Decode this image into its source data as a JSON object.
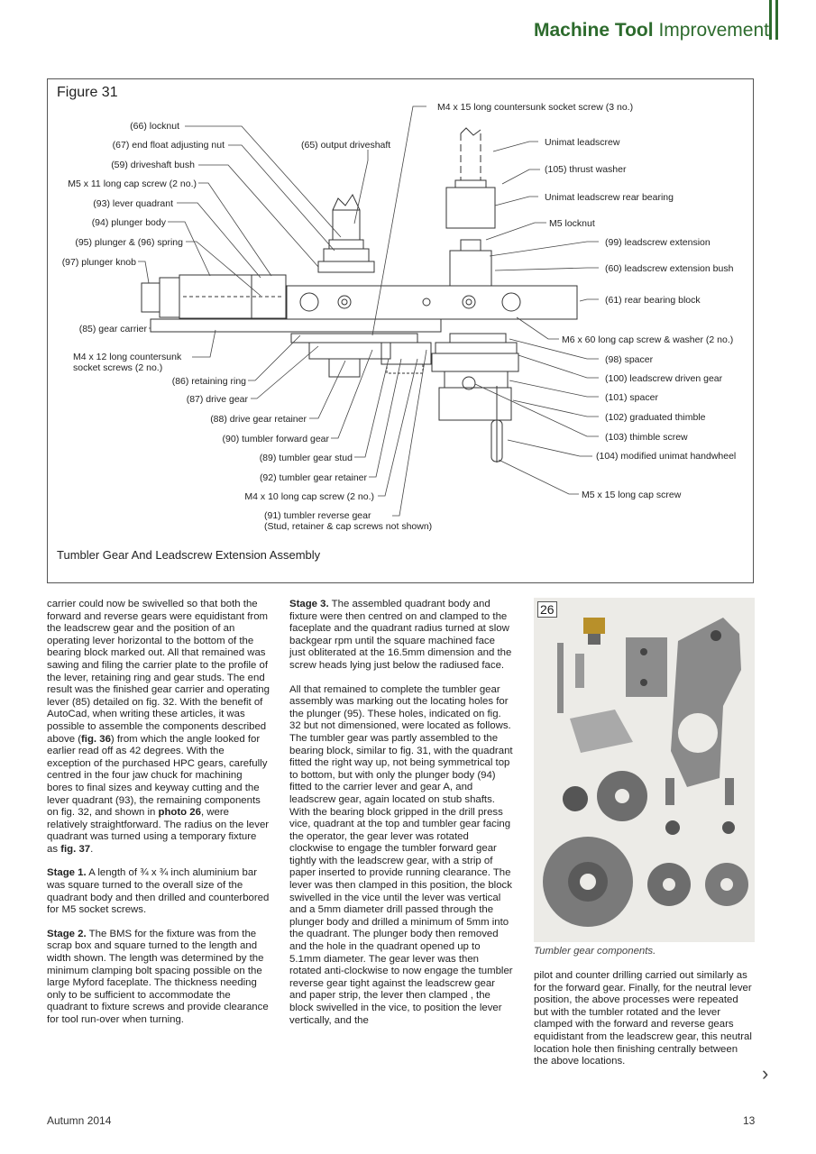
{
  "header": {
    "bold": "Machine Tool",
    "thin": "Improvement"
  },
  "figure": {
    "label": "Figure 31",
    "caption": "Tumbler Gear And Leadscrew Extension Assembly",
    "left_labels": [
      "(66) locknut",
      "(67) end float adjusting nut",
      "(59) driveshaft bush",
      "M5 x 11 long cap screw (2 no.)",
      "(93) lever quadrant",
      "(94) plunger body",
      "(95) plunger & (96) spring",
      "(97) plunger knob",
      "(85) gear carrier",
      "M4 x 12 long countersunk",
      "socket screws (2 no.)",
      "(86) retaining ring",
      "(87) drive gear",
      "(88) drive gear retainer",
      "(90) tumbler forward  gear",
      "(89) tumbler gear stud",
      "(92) tumbler gear retainer",
      "M4 x 10 long cap screw (2 no.)",
      "(91) tumbler reverse gear",
      "(Stud, retainer & cap screws not shown)"
    ],
    "top_labels": [
      "(65) output driveshaft",
      "M4 x 15 long countersunk socket screw (3 no.)"
    ],
    "right_labels": [
      "Unimat leadscrew",
      "(105) thrust washer",
      "Unimat leadscrew rear bearing",
      "M5 locknut",
      "(99) leadscrew extension",
      "(60) leadscrew extension bush",
      "(61) rear bearing block",
      "M6 x 60 long cap screw & washer (2 no.)",
      "(98) spacer",
      "(100) leadscrew driven gear",
      "(101) spacer",
      "(102) graduated thimble",
      "(103) thimble screw",
      "(104) modified unimat handwheel",
      "M5 x 15 long cap screw"
    ]
  },
  "article": {
    "col1": [
      "carrier could now be swivelled so that both the forward and reverse gears were equidistant from the leadscrew gear and the position of an operating lever horizontal to the bottom of the bearing block marked out. All that remained was sawing and filing the carrier plate to the profile of the lever, retaining ring and gear studs. The end result was the finished gear carrier and operating lever (85) detailed on fig. 32. With the benefit of AutoCad, when writing these articles, it was possible to assemble the components described above (fig. 36) from which the angle looked for earlier read off as 42 degrees. With the exception of the purchased HPC gears, carefully centred in the four jaw chuck for machining bores to final sizes and keyway cutting and the lever quadrant (93), the remaining components on fig. 32, and shown in photo 26, were relatively straightforward. The radius on the lever quadrant was turned using a temporary fixture as fig. 37.",
      "Stage 1. A length of ¾ x ¾ inch aluminium bar was square turned to the overall size of the quadrant body and then drilled and counterbored for M5 socket screws.",
      "Stage 2. The BMS for the fixture was from the scrap box and square turned to the length and width shown. The length was determined by the minimum clamping bolt spacing possible on the large Myford faceplate. The thickness needing only to be sufficient to accommodate the quadrant to fixture screws and provide clearance for tool run-over when turning."
    ],
    "col2": [
      "Stage 3. The assembled quadrant body and fixture were then centred on and clamped to the faceplate and the quadrant radius turned at slow backgear rpm until the square machined face just obliterated at the 16.5mm dimension and the screw heads lying just below the radiused face.",
      "All that remained to complete the tumbler gear assembly was marking out the locating holes for the plunger (95). These holes, indicated on fig. 32 but not dimensioned, were located as follows. The tumbler gear was partly assembled to the bearing block, similar to fig. 31, with the quadrant fitted the right way up, not being symmetrical top to bottom, but with only the plunger body (94) fitted to the carrier lever and gear A, and leadscrew gear, again located on stub shafts. With the bearing block gripped in the drill press vice, quadrant at the top and tumbler gear facing the operator, the gear lever was rotated clockwise to engage the tumbler forward gear tightly with the leadscrew gear, with a strip of paper inserted to provide running clearance. The lever was then clamped in this position, the block swivelled in the vice until the lever was vertical and a 5mm diameter drill passed through the plunger body and drilled a minimum of 5mm into the quadrant. The plunger body then removed and the hole in the quadrant opened up to 5.1mm diameter. The gear lever was then rotated anti-clockwise to now engage the tumbler reverse gear tight against the leadscrew gear and paper strip, the lever then clamped , the block swivelled in the vice, to position the lever vertically, and the"
    ],
    "col3": [
      "pilot and counter drilling carried out similarly as for the forward gear. Finally, for the neutral lever position, the above processes were repeated but with the tumbler rotated and the lever clamped with the forward and reverse gears equidistant from the leadscrew gear, this neutral location hole then finishing centrally between the above locations."
    ]
  },
  "photo": {
    "number": "26",
    "caption": "Tumbler gear components."
  },
  "footer": {
    "season": "Autumn 2014",
    "page": "13"
  }
}
